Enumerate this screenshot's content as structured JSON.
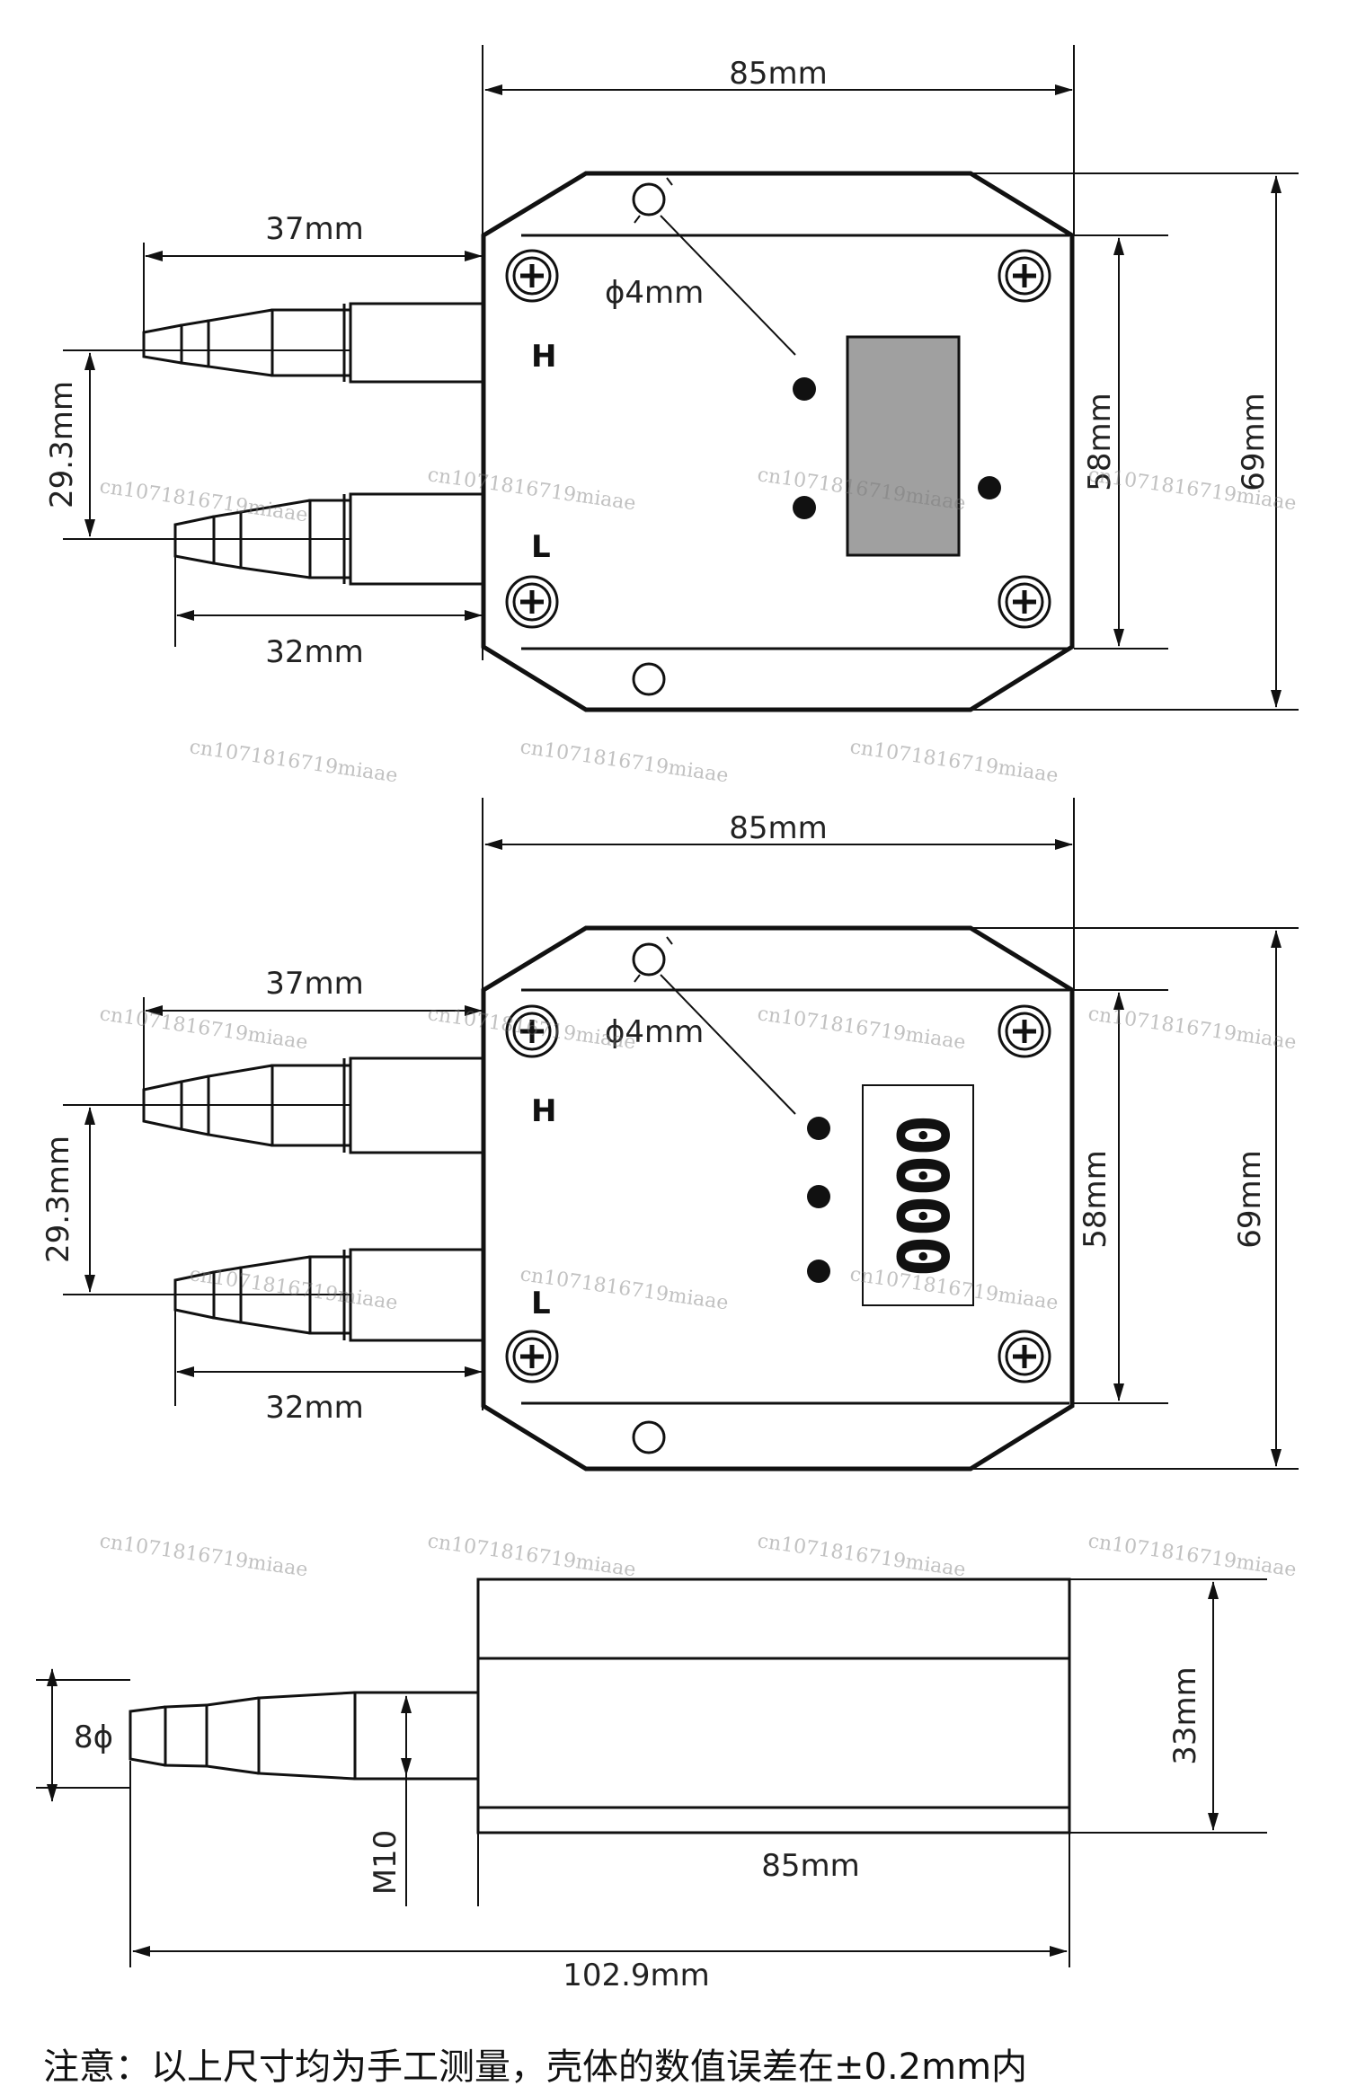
{
  "view_top": {
    "width_label": "85mm",
    "pipe_length_label": "37mm",
    "hole_label": "ϕ4mm",
    "h_port_label": "H",
    "l_port_label": "L",
    "spacing_label": "29.3mm",
    "pipe_short_label": "32mm",
    "inner_height_label": "58mm",
    "outer_height_label": "69mm",
    "display_color": "#a0a0a0"
  },
  "view_middle": {
    "width_label": "85mm",
    "pipe_length_label": "37mm",
    "hole_label": "ϕ4mm",
    "h_port_label": "H",
    "l_port_label": "L",
    "spacing_label": "29.3mm",
    "pipe_short_label": "32mm",
    "inner_height_label": "58mm",
    "outer_height_label": "69mm",
    "display_digits": "0000"
  },
  "view_side": {
    "diameter_label": "8ϕ",
    "thread_label": "M10",
    "height_label": "33mm",
    "body_length_label": "85mm",
    "total_length_label": "102.9mm"
  },
  "watermark": "cn1071816719miaae",
  "note": "注意：以上尺寸均为手工测量，壳体的数值误差在±0.2mm内"
}
